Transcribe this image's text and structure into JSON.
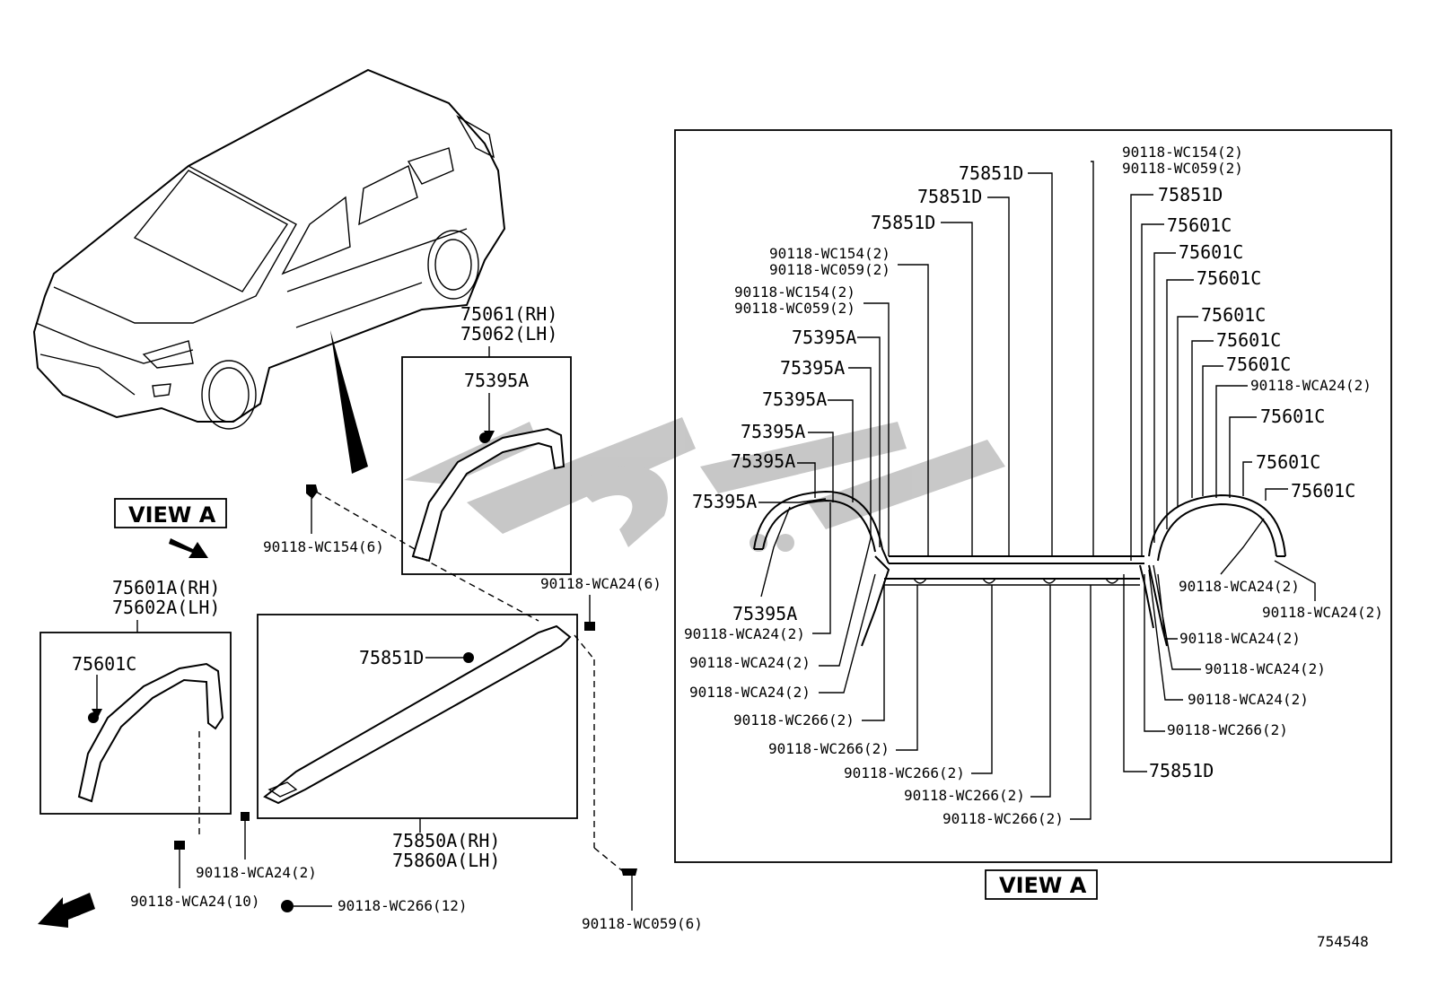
{
  "labels": {
    "p_75061": "75061(RH)",
    "p_75062": "75062(LH)",
    "box1_clip": "75395A",
    "clip_wc154_6": "90118-WC154(6)",
    "clip_wca24_6": "90118-WCA24(6)",
    "view_a_left": "VIEW A",
    "p_75601a": "75601A(RH)",
    "p_75602a": "75602A(LH)",
    "box2_clip": "75601C",
    "box3_clip": "75851D",
    "p_75850a": "75850A(RH)",
    "p_75860a": "75860A(LH)",
    "clip_wca24_2_low": "90118-WCA24(2)",
    "clip_wca24_10": "90118-WCA24(10)",
    "clip_wc266_12": "90118-WC266(12)",
    "clip_wc059_6": "90118-WC059(6)",
    "fwd": "FWD",
    "view_a_bottom": "VIEW A",
    "diagram_number": "754548",
    "viewA": {
      "d1": "75851D",
      "d2": "75851D",
      "d3": "75851D",
      "d4": "75851D",
      "d5": "75851D",
      "top_wc154": "90118-WC154(2)",
      "top_wc059": "90118-WC059(2)",
      "l_wc154_a": "90118-WC154(2)",
      "l_wc059_a": "90118-WC059(2)",
      "l_wc154_b": "90118-WC154(2)",
      "l_wc059_b": "90118-WC059(2)",
      "a1": "75395A",
      "a2": "75395A",
      "a3": "75395A",
      "a4": "75395A",
      "a5": "75395A",
      "a6": "75395A",
      "a7": "75395A",
      "l_wca24_1": "90118-WCA24(2)",
      "l_wca24_2": "90118-WCA24(2)",
      "l_wca24_3": "90118-WCA24(2)",
      "b_wc266_1": "90118-WC266(2)",
      "b_wc266_2": "90118-WC266(2)",
      "b_wc266_3": "90118-WC266(2)",
      "b_wc266_4": "90118-WC266(2)",
      "b_wc266_5": "90118-WC266(2)",
      "c1": "75601C",
      "c2": "75601C",
      "c3": "75601C",
      "c4": "75601C",
      "c5": "75601C",
      "c6": "75601C",
      "c7": "75601C",
      "c8": "75601C",
      "c9": "75601C",
      "r_wca24_top": "90118-WCA24(2)",
      "r_wca24_1": "90118-WCA24(2)",
      "r_wca24_2": "90118-WCA24(2)",
      "r_wca24_3": "90118-WCA24(2)",
      "r_wca24_4": "90118-WCA24(2)",
      "r_wca24_5": "90118-WCA24(2)",
      "r_wc266": "90118-WC266(2)"
    }
  },
  "watermark_color": "#9a9a9a"
}
